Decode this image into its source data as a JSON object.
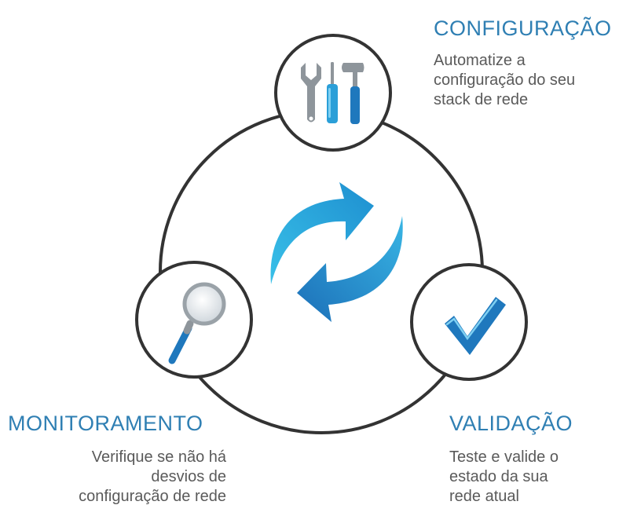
{
  "steps": {
    "configuration": {
      "title": "CONFIGURAÇÃO",
      "lines": [
        "Automatize a",
        "configuração do seu",
        "stack de rede"
      ],
      "icon": "tools-icon"
    },
    "monitoring": {
      "title": "MONITORAMENTO",
      "lines": [
        "Verifique se não há",
        "desvios de",
        "configuração de rede"
      ],
      "icon": "magnifier-icon"
    },
    "validation": {
      "title": "VALIDAÇÃO",
      "lines": [
        "Teste e valide o",
        "estado da sua",
        "rede atual"
      ],
      "icon": "checkmark-icon"
    }
  },
  "center_icon": "refresh-cycle-icon",
  "colors": {
    "title": "#2f7fb3",
    "text": "#5a5a5a",
    "outline": "#333333",
    "arrow_light": "#2aaee0",
    "arrow_dark": "#1f78bd"
  }
}
